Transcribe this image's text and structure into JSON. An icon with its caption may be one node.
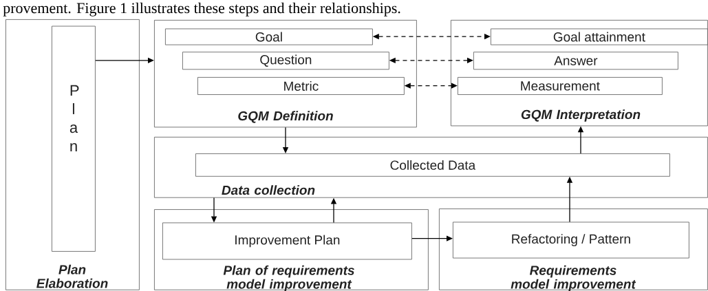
{
  "diagram": {
    "nodes": [
      {
        "text": [
          "Plan Elaboration"
        ]
      },
      {
        "text": [
          "Plan"
        ],
        "in": 0
      },
      {
        "text": [
          "GQM Definition"
        ]
      },
      {
        "text": [
          "Goal"
        ],
        "in": 2
      },
      {
        "text": [
          "Question"
        ],
        "in": 2
      },
      {
        "text": [
          "Metric"
        ],
        "in": 2
      },
      {
        "text": [
          "GQM Interpretation"
        ]
      },
      {
        "text": [
          "Goal attainment"
        ],
        "in": 6
      },
      {
        "text": [
          "Answer"
        ],
        "in": 6
      },
      {
        "text": [
          "Measurement"
        ],
        "in": 6
      },
      {
        "text": [
          "Data collection"
        ]
      },
      {
        "text": [
          "Collected Data"
        ],
        "in": 10
      },
      {
        "text": [
          "Plan of requirements model improvement"
        ]
      },
      {
        "text": [
          "Improvement Plan"
        ],
        "in": 12
      },
      {
        "text": [
          "Requirements model improvement"
        ]
      },
      {
        "text": [
          "Refactoring / Pattern"
        ],
        "in": 14
      }
    ],
    "edges": [
      {
        "from": 1,
        "to": 2,
        "arrow": "to"
      },
      {
        "from": 3,
        "to": 7,
        "arrow": "both",
        "style": "dashed"
      },
      {
        "from": 4,
        "to": 8,
        "arrow": "both",
        "style": "dashed"
      },
      {
        "from": 5,
        "to": 9,
        "arrow": "both",
        "style": "dashed"
      },
      {
        "from": 2,
        "to": 11,
        "arrow": "to"
      },
      {
        "from": 11,
        "to": 6,
        "arrow": "to"
      },
      {
        "from": 10,
        "to": 13,
        "arrow": "to"
      },
      {
        "from": 13,
        "to": 10,
        "arrow": "to"
      },
      {
        "from": 13,
        "to": 15,
        "arrow": "to"
      },
      {
        "from": 15,
        "to": 11,
        "arrow": "to"
      }
    ],
    "labels": [
      "provement. Figure 1 illustrates these steps and their relationships."
    ]
  }
}
